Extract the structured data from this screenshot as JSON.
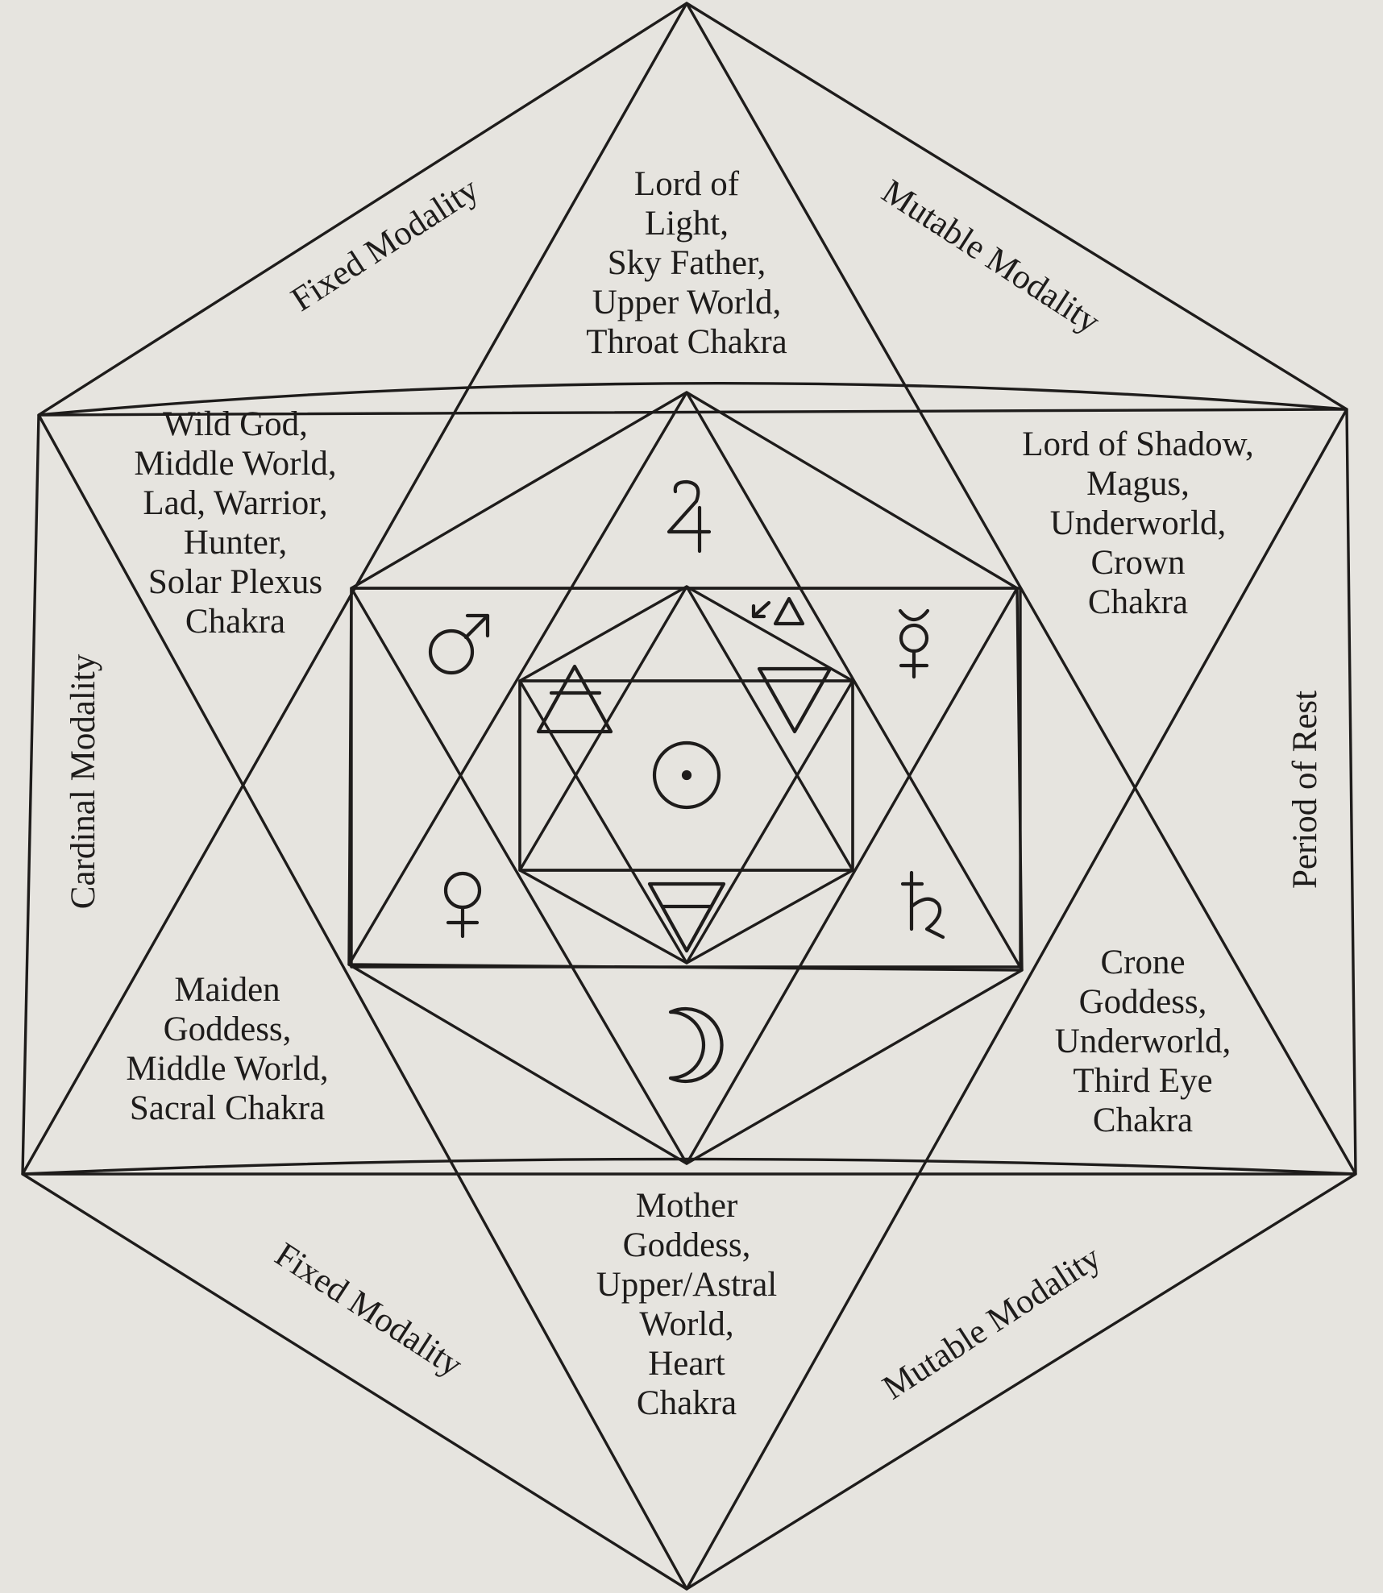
{
  "labels": {
    "top": [
      "Lord of",
      "Light,",
      "Sky Father,",
      "Upper World,",
      "Throat Chakra"
    ],
    "upper_left": [
      "Wild God,",
      "Middle World,",
      "Lad, Warrior,",
      "Hunter,",
      "Solar Plexus",
      "Chakra"
    ],
    "upper_right": [
      "Lord of Shadow,",
      "Magus,",
      "Underworld,",
      "Crown",
      "Chakra"
    ],
    "lower_left": [
      "Maiden",
      "Goddess,",
      "Middle World,",
      "Sacral Chakra"
    ],
    "lower_right": [
      "Crone",
      "Goddess,",
      "Underworld,",
      "Third Eye",
      "Chakra"
    ],
    "bottom": [
      "Mother",
      "Goddess,",
      "Upper/Astral",
      "World,",
      "Heart",
      "Chakra"
    ]
  },
  "modalities": {
    "top_left": "Fixed Modality",
    "top_right": "Mutable Modality",
    "left": "Cardinal Modality",
    "right": "Period of Rest",
    "bottom_left": "Fixed Modality",
    "bottom_right": "Mutable Modality"
  },
  "symbols": {
    "jupiter": "jupiter-symbol",
    "mars": "mars-symbol",
    "mercury": "mercury-symbol",
    "venus": "venus-symbol",
    "saturn": "saturn-symbol",
    "sun": "sun-symbol",
    "moon": "moon-symbol",
    "air": "air-element-symbol",
    "water": "water-element-symbol",
    "earth": "earth-element-symbol",
    "fire": "fire-element-symbol"
  }
}
